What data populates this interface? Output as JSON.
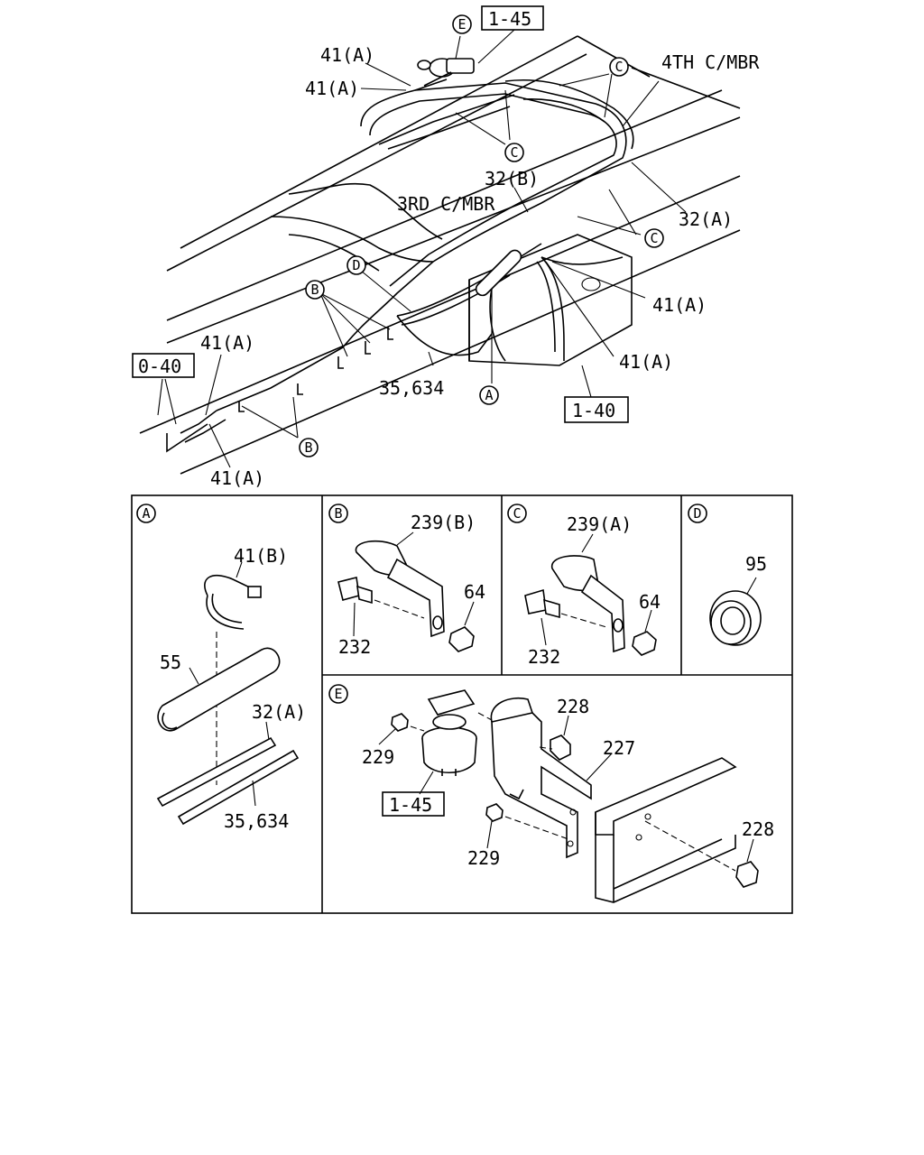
{
  "labels": {
    "ref_1_45_top": "1-45",
    "ref_0_40": "0-40",
    "ref_1_40": "1-40",
    "ref_1_45_e": "1-45",
    "fourth_cmbr": "4TH C/MBR",
    "third_cmbr": "3RD C/MBR",
    "p41a_1": "41(A)",
    "p41a_2": "41(A)",
    "p41a_3": "41(A)",
    "p41a_4": "41(A)",
    "p41a_5": "41(A)",
    "p41a_6": "41(A)",
    "p32b": "32(B)",
    "p32a_top": "32(A)",
    "p35_634_top": "35,634",
    "pa_41b": "41(B)",
    "pa_55": "55",
    "pa_32a": "32(A)",
    "pa_35_634": "35,634",
    "pb_239b": "239(B)",
    "pb_64": "64",
    "pb_232": "232",
    "pc_239a": "239(A)",
    "pc_64": "64",
    "pc_232": "232",
    "pd_95": "95",
    "pe_228a": "228",
    "pe_227": "227",
    "pe_229a": "229",
    "pe_229b": "229",
    "pe_228b": "228"
  },
  "callouts": {
    "A": "A",
    "B": "B",
    "C": "C",
    "D": "D",
    "E": "E"
  },
  "panels": {
    "A": "A",
    "B": "B",
    "C": "C",
    "D": "D",
    "E": "E"
  }
}
